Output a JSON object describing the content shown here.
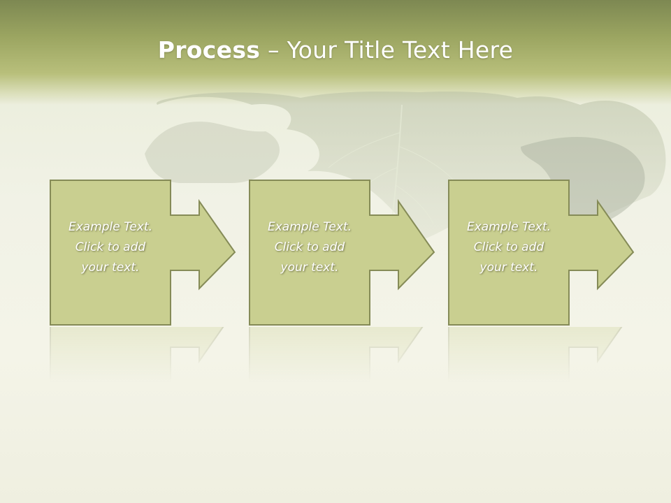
{
  "title": {
    "bold": "Process",
    "rest": " – Your Title Text Here"
  },
  "steps": [
    {
      "lines": [
        "Example Text.",
        "Click  to add",
        "your text."
      ]
    },
    {
      "lines": [
        "Example Text.",
        "Click  to add",
        "your text."
      ]
    },
    {
      "lines": [
        "Example Text.",
        "Click  to add",
        "your text."
      ]
    }
  ],
  "colors": {
    "header": "#9ba561",
    "box_fill": "#c9cf90",
    "box_stroke": "#858b57",
    "text": "#ffffff"
  },
  "icons": {
    "background": "leaf-image",
    "connector": "arrow-right-icon"
  }
}
